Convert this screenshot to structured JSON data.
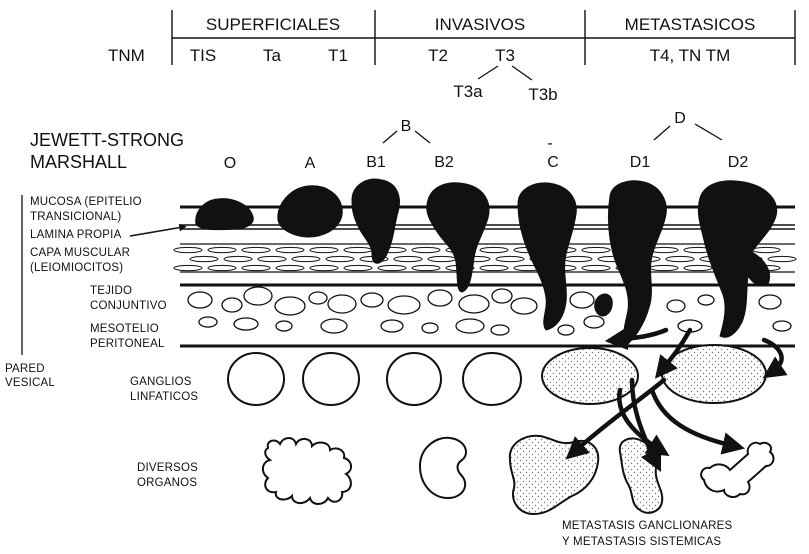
{
  "header": {
    "groups": [
      "SUPERFICIALES",
      "INVASIVOS",
      "METASTASICOS"
    ],
    "tnm_label": "TNM",
    "tnm_stages": [
      "TIS",
      "Ta",
      "T1",
      "T2",
      "T3",
      "T4, TN TM"
    ],
    "t3_substages": [
      "T3a",
      "T3b"
    ]
  },
  "jewett": {
    "title_line1": "JEWETT-STRONG",
    "title_line2": "MARSHALL",
    "group_b": "B",
    "group_d": "D",
    "stages": [
      "O",
      "A",
      "B1",
      "B2",
      "C",
      "D1",
      "D2"
    ],
    "c_mark": "-"
  },
  "layers": {
    "mucosa_1": "MUCOSA (EPITELIO",
    "mucosa_2": "TRANSICIONAL)",
    "lamina": "LAMINA PROPIA",
    "muscular_1": "CAPA MUSCULAR",
    "muscular_2": "(LEIOMIOCITOS)",
    "tejido_1": "TEJIDO",
    "tejido_2": "CONJUNTIVO",
    "mesotelio_1": "MESOTELIO",
    "mesotelio_2": "PERITONEAL",
    "pared_1": "PARED",
    "pared_2": "VESICAL",
    "ganglios_1": "GANGLIOS",
    "ganglios_2": "LINFATICOS",
    "organos_1": "DIVERSOS",
    "organos_2": "ORGANOS"
  },
  "caption": {
    "line1": "METASTASIS GANCLIONARES",
    "line2": "Y METASTASIS SISTEMICAS"
  },
  "colors": {
    "ink": "#111111",
    "paper": "#ffffff",
    "stipple": "#888888"
  }
}
